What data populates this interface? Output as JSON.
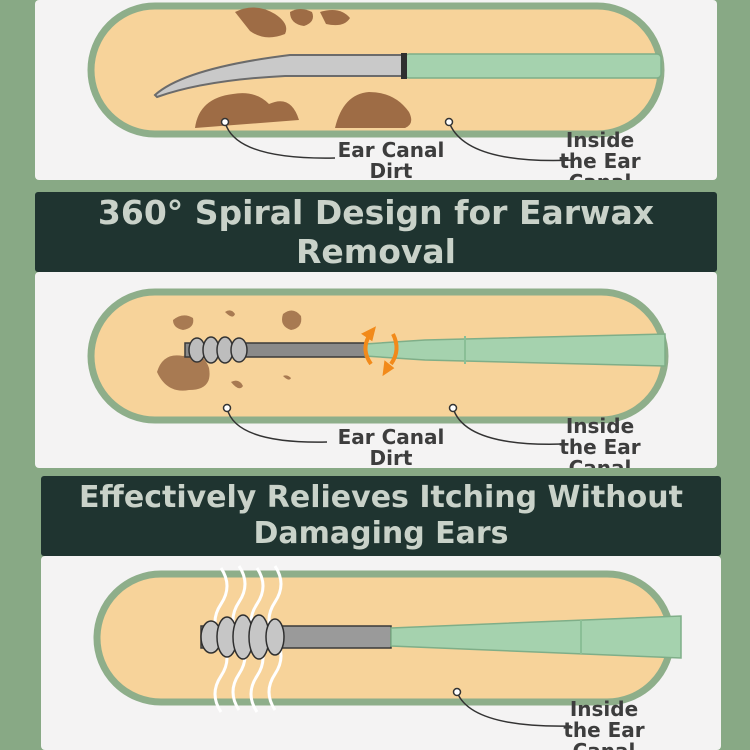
{
  "panel1": {
    "dirt_label": "Ear Canal Dirt",
    "canal_label": "Inside the Ear Canal"
  },
  "banner1": {
    "title": "360° Spiral Design for Earwax Removal"
  },
  "panel2": {
    "dirt_label": "Ear Canal Dirt",
    "canal_label": "Inside the Ear Canal"
  },
  "banner2": {
    "title": "Effectively Relieves Itching Without Damaging Ears"
  },
  "panel3": {
    "canal_label": "Inside the Ear Canal"
  },
  "colors": {
    "background": "#88a985",
    "banner": "#1f3430",
    "canal_fill": "#f7d39a",
    "canal_border": "#8eae8a",
    "handle": "#a5d2ae",
    "dirt": "#a87a52",
    "accent_arrow": "#f28a1a"
  },
  "icons": [
    "ear-pick-curved",
    "ear-pick-spiral",
    "ear-pick-coil",
    "rotation-arrows",
    "itch-waves"
  ]
}
